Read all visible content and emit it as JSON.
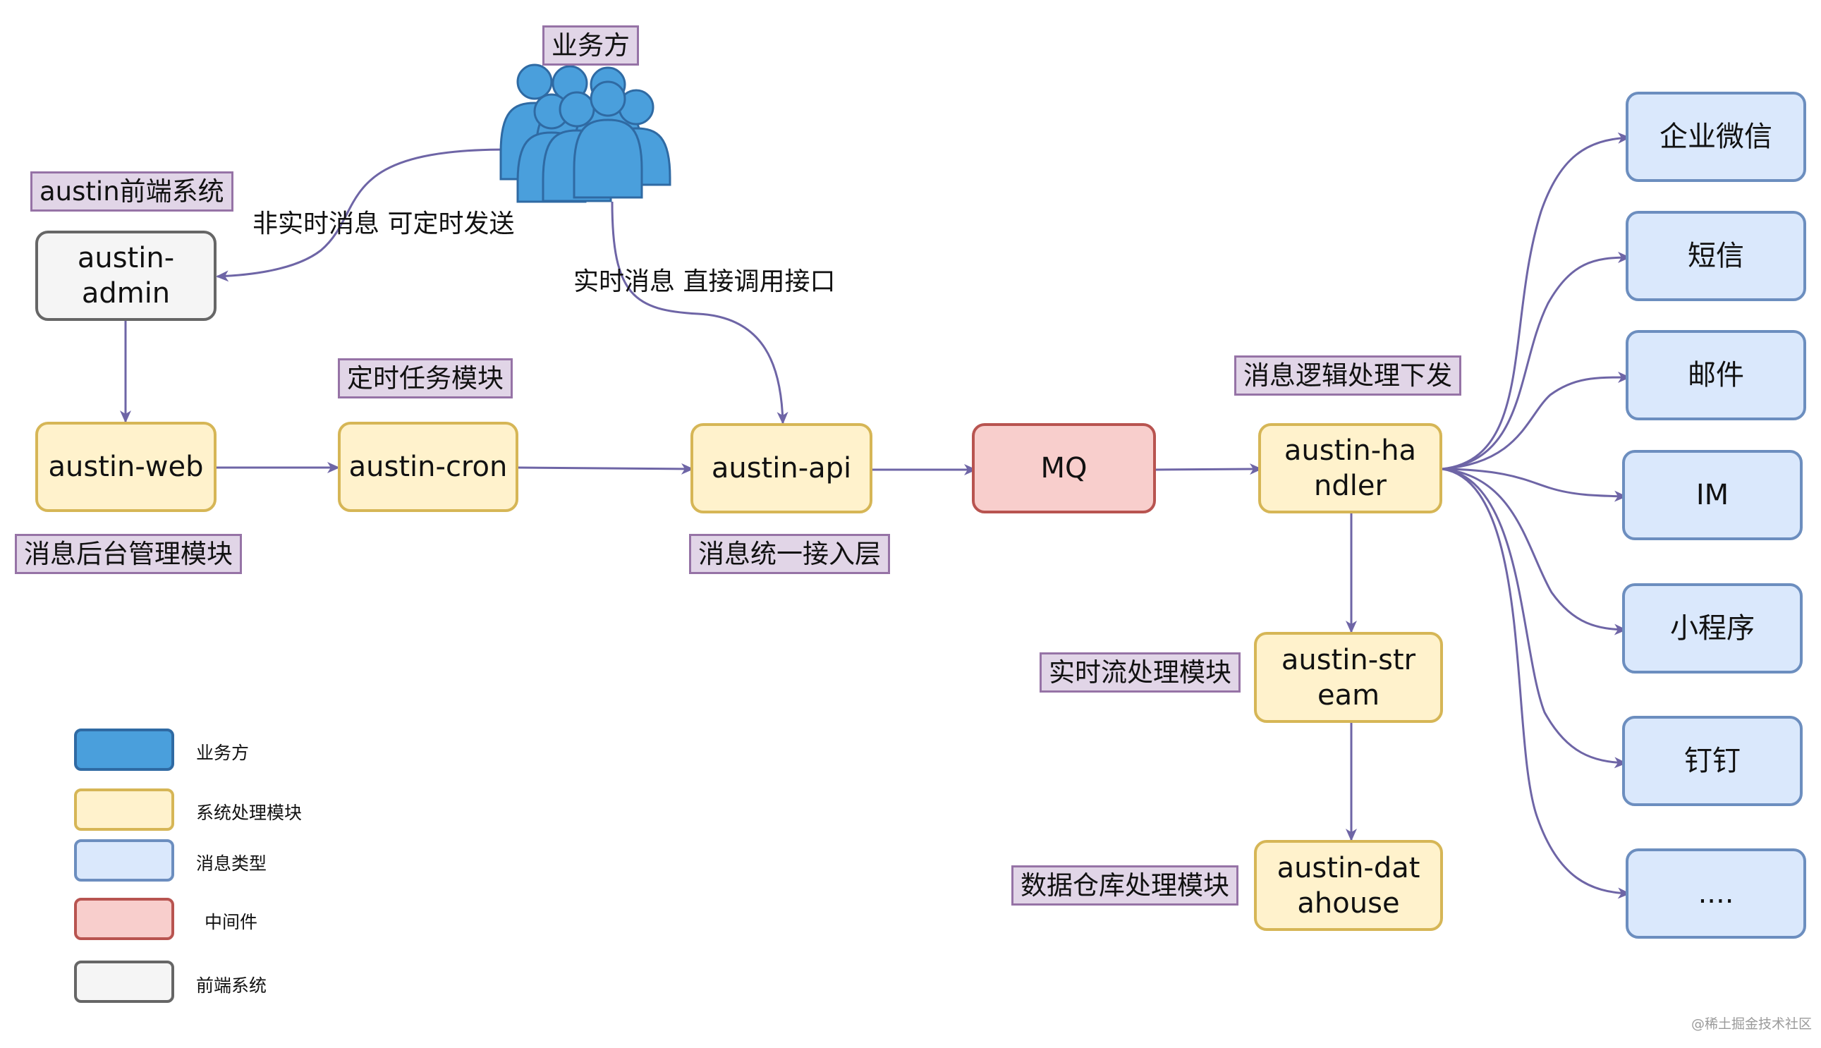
{
  "nodes": {
    "admin": "austin-admin",
    "web": "austin-web",
    "cron": "austin-cron",
    "api": "austin-api",
    "mq": "MQ",
    "handler": "austin-handler",
    "stream": "austin-stream",
    "datahouse": "austin-datahouse"
  },
  "channels": [
    "企业微信",
    "短信",
    "邮件",
    "IM",
    "小程序",
    "钉钉",
    "...."
  ],
  "tags": {
    "business": "业务方",
    "frontend_system": "austin前端系统",
    "cron_module": "定时任务模块",
    "backend_module": "消息后台管理模块",
    "access_layer": "消息统一接入层",
    "handler_module": "消息逻辑处理下发",
    "stream_module": "实时流处理模块",
    "datahouse_module": "数据仓库处理模块"
  },
  "edge_labels": {
    "non_realtime": "非实时消息 可定时发送",
    "realtime": "实时消息 直接调用接口"
  },
  "legend": [
    {
      "label": "业务方",
      "fill": "#4a9fdc",
      "stroke": "#2f6aa3"
    },
    {
      "label": "系统处理模块",
      "fill": "#fff2cc",
      "stroke": "#d6b656"
    },
    {
      "label": "消息类型",
      "fill": "#dae8fc",
      "stroke": "#6c8ebf"
    },
    {
      "label": "中间件",
      "fill": "#f8cecc",
      "stroke": "#b85450"
    },
    {
      "label": "前端系统",
      "fill": "#f5f5f5",
      "stroke": "#666666"
    }
  ],
  "colors": {
    "edge": "#6e65a6",
    "users_fill": "#4a9fdc",
    "users_stroke": "#2f6aa3",
    "tag_fill": "#e1d5e7",
    "tag_stroke": "#9673a6"
  },
  "watermark": "@稀土掘金技术社区"
}
